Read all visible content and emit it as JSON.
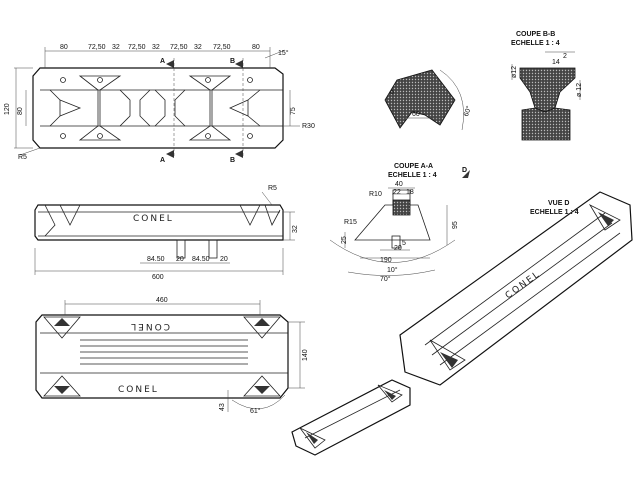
{
  "top_view": {
    "dims_top": [
      "80",
      "72,50",
      "32",
      "72,50",
      "32",
      "72,50",
      "32",
      "72,50",
      "80"
    ],
    "angle": "15°",
    "left_height": "120",
    "left_inner": "80",
    "right_inner": "75",
    "radius_right": "R30",
    "radius_left": "R5",
    "section_a_top": "A",
    "section_a_bottom": "A",
    "section_b_top": "B",
    "section_b_bottom": "B"
  },
  "front_view": {
    "radius": "R5",
    "height": "32",
    "d1": "84.50",
    "d2": "20",
    "d3": "84.50",
    "d4": "20",
    "total": "600",
    "logo": "CONEL"
  },
  "bottom_view": {
    "width": "460",
    "height": "140",
    "small": "43",
    "angle": "61°",
    "logo_top": "CONEL",
    "logo_bottom": "CONEL"
  },
  "section_bb": {
    "title": "COUPE B-B",
    "scale": "ECHELLE 1 : 4",
    "d60": "60",
    "a60": "60°",
    "phi12a": "ø12",
    "phi12b": "ø 12",
    "s2": "2",
    "s14": "14"
  },
  "section_aa": {
    "title": "COUPE A-A",
    "scale": "ECHELLE 1 : 4",
    "d40": "40",
    "d22": "22",
    "d18": "18",
    "r10": "R10",
    "r15": "R15",
    "d25": "25",
    "d95": "95",
    "d5": "5",
    "d20": "20",
    "d190": "190",
    "a10": "10°",
    "a70": "70°"
  },
  "view_d": {
    "title": "VUE D",
    "scale": "ECHELLE 1 : 4",
    "arrow_label": "D",
    "logo": "CONEL"
  }
}
